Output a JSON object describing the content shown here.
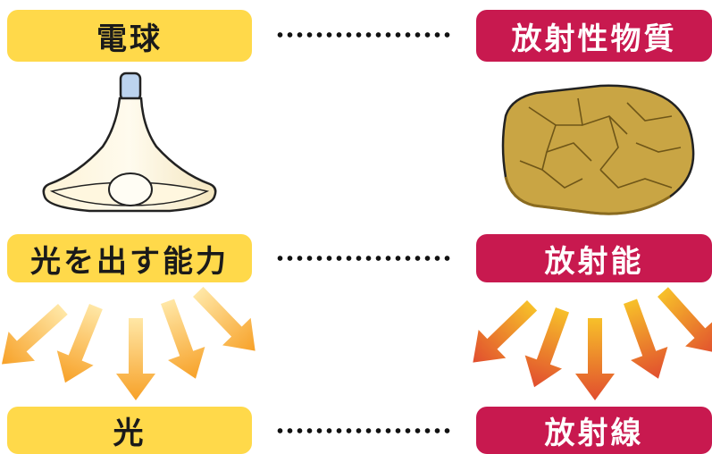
{
  "left": {
    "row1": "電球",
    "row2": "光を出す能力",
    "row3": "光"
  },
  "right": {
    "row1": "放射性物質",
    "row2": "放射能",
    "row3": "放射線"
  },
  "colors": {
    "yellow_pill": "#ffd94a",
    "red_pill": "#c8194f",
    "arrow_left_top": "#ffe7a6",
    "arrow_left_bottom": "#f7a128",
    "arrow_right_top": "#f7c02a",
    "arrow_right_bottom": "#e14d2e"
  },
  "icons": {
    "left_image": "light-bulb-icon",
    "right_image": "radioactive-rock-icon",
    "arrows": "arrow-spread-down-icon"
  }
}
